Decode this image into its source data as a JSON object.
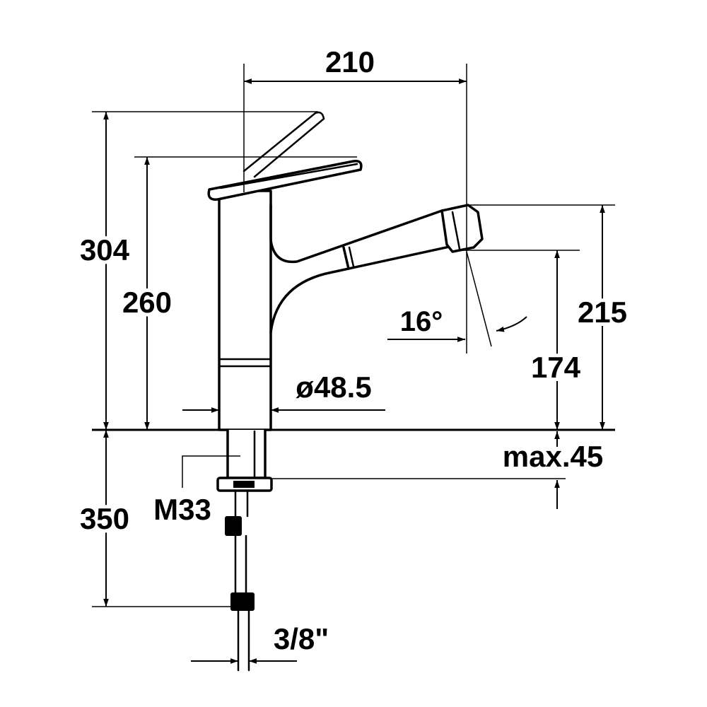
{
  "dimensions": {
    "spout_reach": "210",
    "total_height": "304",
    "body_height": "260",
    "outlet_height": "215",
    "aerator_height": "174",
    "spout_angle": "16°",
    "body_diameter": "ø48.5",
    "max_deck_thickness": "max.45",
    "thread_size": "M33",
    "hose_length": "350",
    "connection_size": "3/8\""
  },
  "colors": {
    "ink": "#000000",
    "paper": "#ffffff"
  }
}
